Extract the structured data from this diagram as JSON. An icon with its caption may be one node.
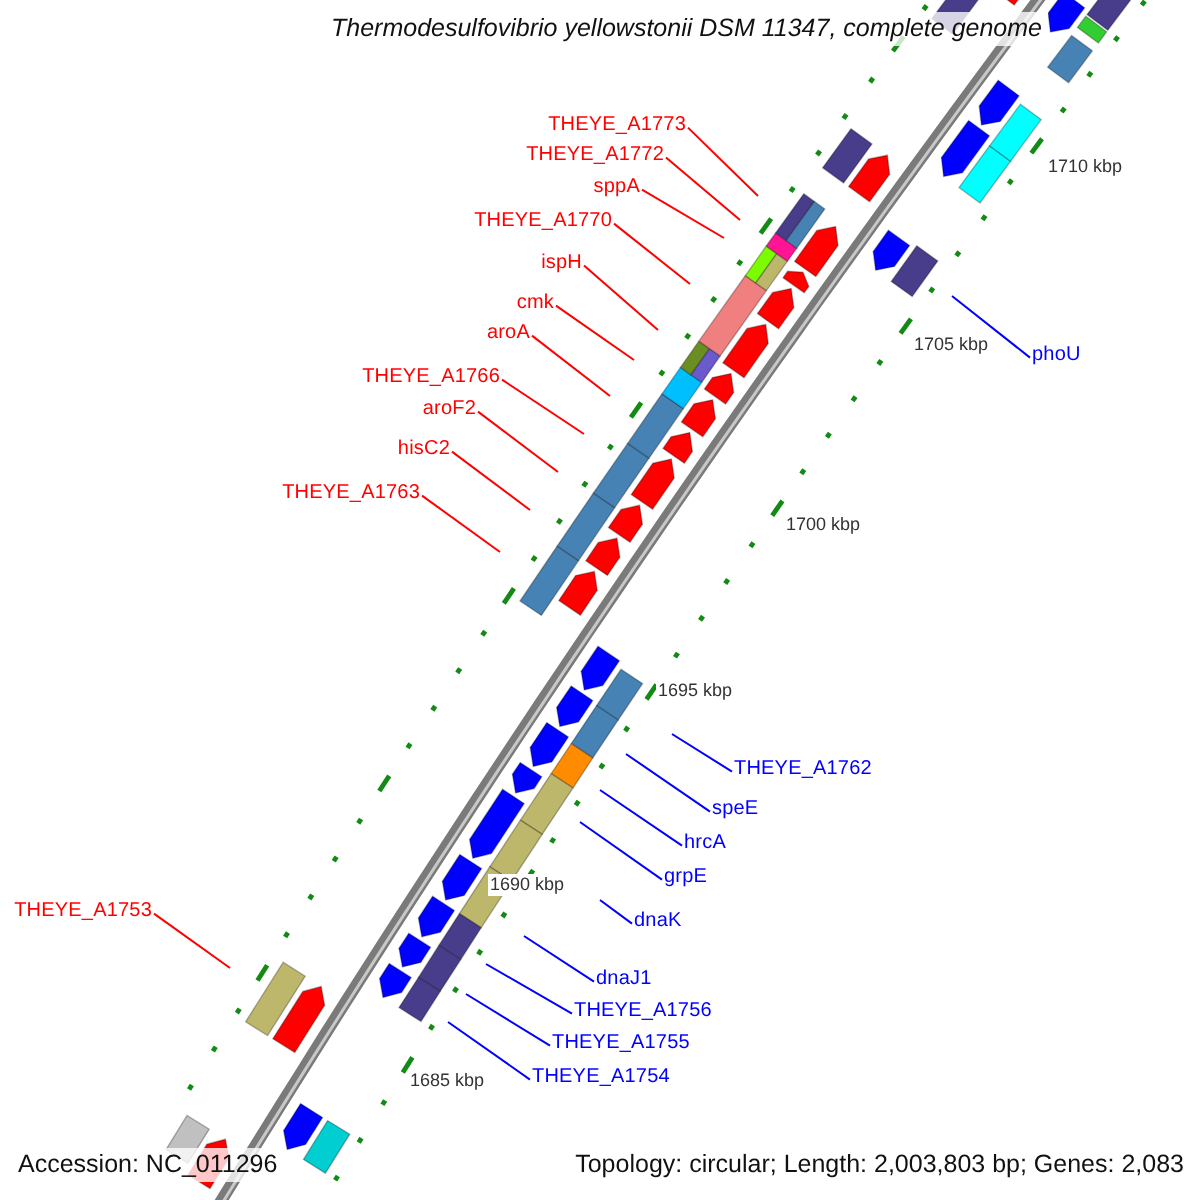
{
  "diagram": {
    "title": "Thermodesulfovibrio yellowstonii DSM 11347, complete genome",
    "nodes": [
      {
        "text": [
          "THEYE_A1773"
        ]
      },
      {
        "text": [
          "THEYE_A1772"
        ]
      },
      {
        "text": [
          "sppA"
        ]
      },
      {
        "text": [
          "THEYE_A1770"
        ]
      },
      {
        "text": [
          "ispH"
        ]
      },
      {
        "text": [
          "cmk"
        ]
      },
      {
        "text": [
          "aroA"
        ]
      },
      {
        "text": [
          "phoU"
        ]
      },
      {
        "text": [
          "THEYE_A1766"
        ]
      },
      {
        "text": [
          "aroF2"
        ]
      },
      {
        "text": [
          "hisC2"
        ]
      },
      {
        "text": [
          "THEYE_A1763"
        ]
      },
      {
        "text": [
          "THEYE_A1762"
        ]
      },
      {
        "text": [
          "speE"
        ]
      },
      {
        "text": [
          "hrcA"
        ]
      },
      {
        "text": [
          "grpE"
        ]
      },
      {
        "text": [
          "THEYE_A1753"
        ]
      },
      {
        "text": [
          "dnaK"
        ]
      },
      {
        "text": [
          "dnaJ1"
        ]
      },
      {
        "text": [
          "THEYE_A1756"
        ]
      },
      {
        "text": [
          "THEYE_A1755"
        ]
      },
      {
        "text": [
          "THEYE_A1754"
        ]
      }
    ],
    "edges": [
      {
        "from": 0,
        "to": null,
        "arrow": "none"
      },
      {
        "from": 1,
        "to": null,
        "arrow": "none"
      },
      {
        "from": 2,
        "to": null,
        "arrow": "none"
      },
      {
        "from": 3,
        "to": null,
        "arrow": "none"
      },
      {
        "from": 4,
        "to": null,
        "arrow": "none"
      },
      {
        "from": 5,
        "to": null,
        "arrow": "none"
      },
      {
        "from": 6,
        "to": null,
        "arrow": "none"
      },
      {
        "from": 7,
        "to": null,
        "arrow": "none",
        "color": "#0000ff"
      },
      {
        "from": 8,
        "to": null,
        "arrow": "none"
      },
      {
        "from": 9,
        "to": null,
        "arrow": "none"
      },
      {
        "from": 10,
        "to": null,
        "arrow": "none"
      },
      {
        "from": 11,
        "to": null,
        "arrow": "none"
      },
      {
        "from": 12,
        "to": null,
        "arrow": "none",
        "color": "#0000ff"
      },
      {
        "from": 13,
        "to": null,
        "arrow": "none",
        "color": "#0000ff"
      },
      {
        "from": 14,
        "to": null,
        "arrow": "none",
        "color": "#0000ff"
      },
      {
        "from": 15,
        "to": null,
        "arrow": "none",
        "color": "#0000ff"
      },
      {
        "from": 16,
        "to": null,
        "arrow": "none"
      },
      {
        "from": 17,
        "to": null,
        "arrow": "none",
        "color": "#0000ff"
      },
      {
        "from": 18,
        "to": null,
        "arrow": "none",
        "color": "#0000ff"
      },
      {
        "from": 19,
        "to": null,
        "arrow": "none",
        "color": "#0000ff"
      },
      {
        "from": 20,
        "to": null,
        "arrow": "none",
        "color": "#0000ff"
      },
      {
        "from": 21,
        "to": null,
        "arrow": "none",
        "color": "#0000ff"
      }
    ],
    "labels": [
      "1710 kbp",
      "1705 kbp",
      "1700 kbp",
      "1695 kbp",
      "1690 kbp",
      "1685 kbp",
      "Accession: NC_011296",
      "Topology: circular; Length: 2,003,803 bp; Genes: 2,083"
    ]
  }
}
